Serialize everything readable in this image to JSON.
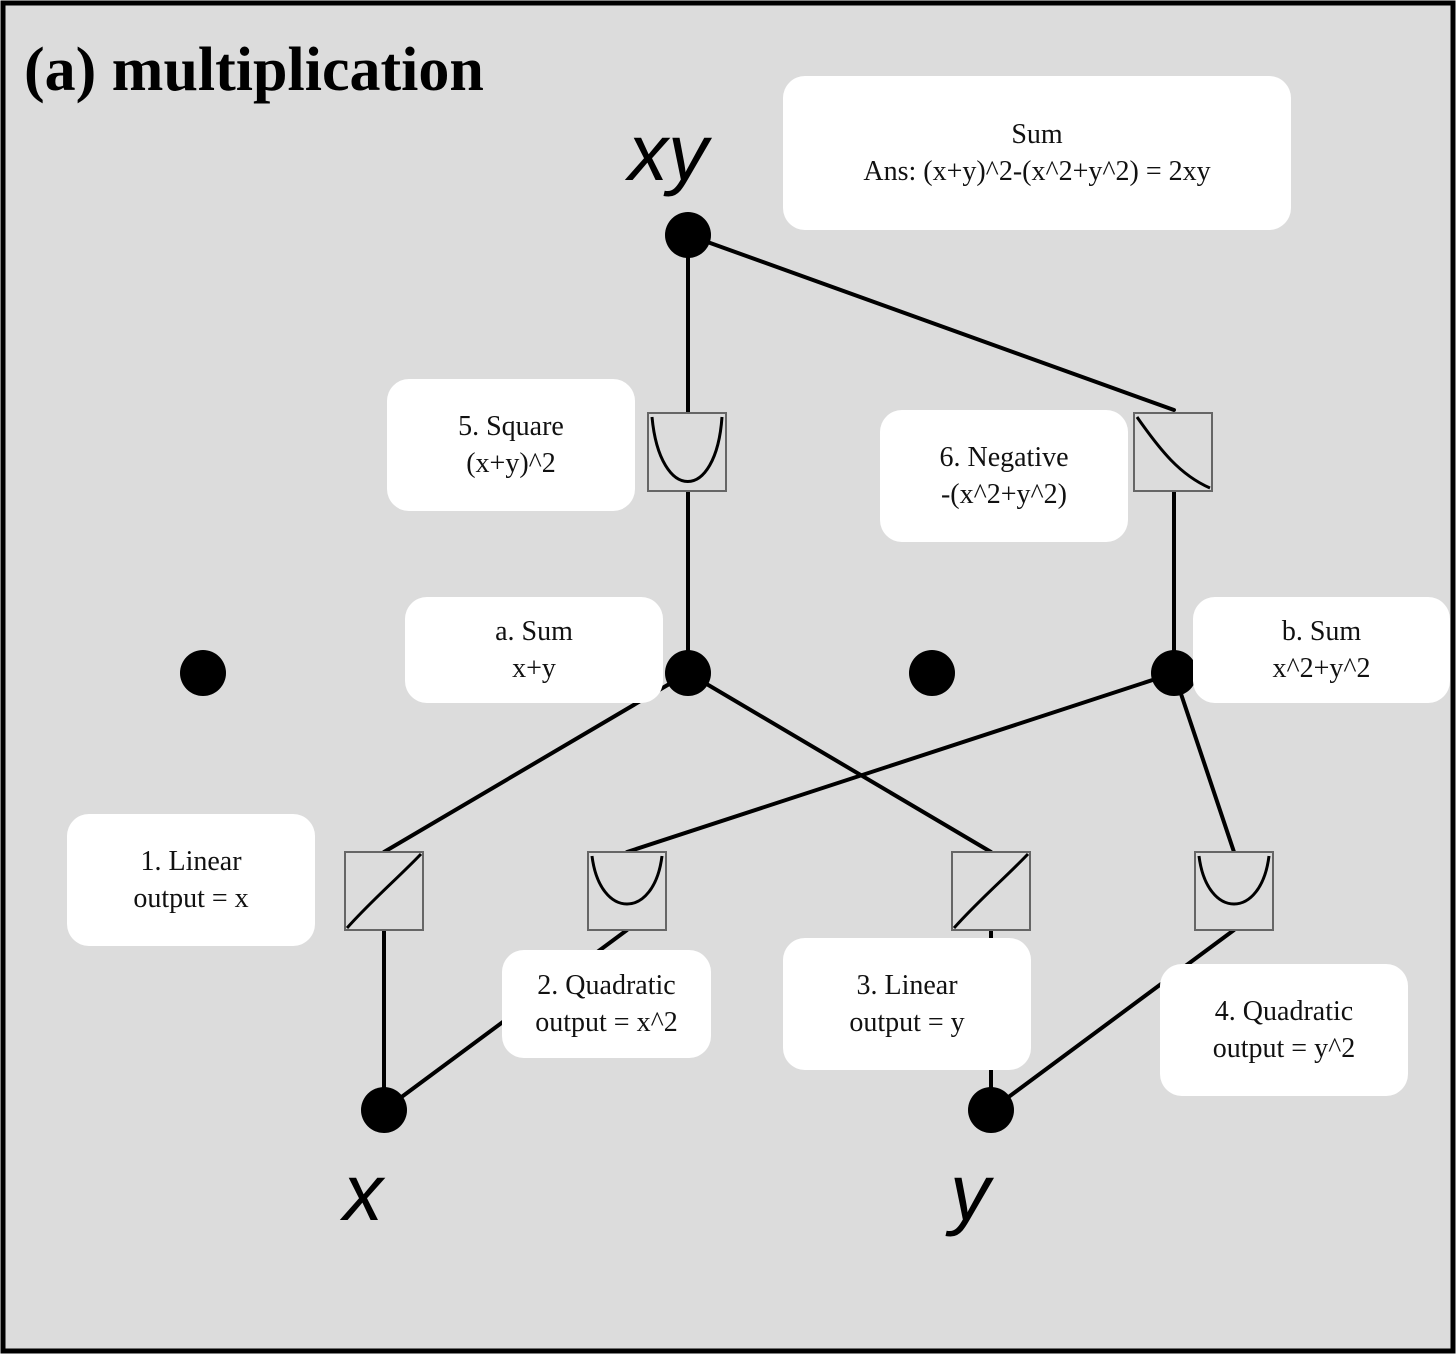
{
  "diagram": {
    "title": "(a) multiplication",
    "colors": {
      "background": "#dcdcdc",
      "frame": "#000000",
      "edge": "#000000",
      "node": "#000000",
      "note_background": "#ffffff",
      "activation_box_border": "#666666"
    },
    "variables": {
      "output": "xy",
      "input_x": "x",
      "input_y": "y"
    },
    "nodes": [
      {
        "id": "output-xy",
        "role": "output"
      },
      {
        "id": "hidden-1",
        "role": "hidden"
      },
      {
        "id": "hidden-a",
        "role": "hidden"
      },
      {
        "id": "hidden-3",
        "role": "hidden"
      },
      {
        "id": "hidden-b",
        "role": "hidden"
      },
      {
        "id": "input-x",
        "role": "input"
      },
      {
        "id": "input-y",
        "role": "input"
      }
    ],
    "activations": [
      {
        "id": "act-1",
        "shape": "linear"
      },
      {
        "id": "act-2",
        "shape": "quadratic"
      },
      {
        "id": "act-3",
        "shape": "linear"
      },
      {
        "id": "act-4",
        "shape": "quadratic"
      },
      {
        "id": "act-5",
        "shape": "quadratic"
      },
      {
        "id": "act-6",
        "shape": "decreasing"
      }
    ],
    "edges": [
      [
        "input-x",
        "act-1"
      ],
      [
        "act-1",
        "hidden-a"
      ],
      [
        "input-x",
        "act-2"
      ],
      [
        "act-2",
        "hidden-b"
      ],
      [
        "input-y",
        "act-3"
      ],
      [
        "act-3",
        "hidden-a"
      ],
      [
        "input-y",
        "act-4"
      ],
      [
        "act-4",
        "hidden-b"
      ],
      [
        "hidden-a",
        "act-5"
      ],
      [
        "act-5",
        "output-xy"
      ],
      [
        "hidden-b",
        "act-6"
      ],
      [
        "act-6",
        "output-xy"
      ]
    ],
    "notes": {
      "sum": {
        "line1": "Sum",
        "line2": "Ans: (x+y)^2-(x^2+y^2) = 2xy"
      },
      "square": {
        "line1": "5. Square",
        "line2": "(x+y)^2"
      },
      "negative": {
        "line1": "6. Negative",
        "line2": "-(x^2+y^2)"
      },
      "sum_a": {
        "line1": "a. Sum",
        "line2": "x+y"
      },
      "sum_b": {
        "line1": "b. Sum",
        "line2": "x^2+y^2"
      },
      "linear_x": {
        "line1": "1. Linear",
        "line2": "output = x"
      },
      "quadratic_x": {
        "line1": "2. Quadratic",
        "line2": "output = x^2"
      },
      "linear_y": {
        "line1": "3. Linear",
        "line2": "output = y"
      },
      "quadratic_y": {
        "line1": "4. Quadratic",
        "line2": "output = y^2"
      }
    }
  }
}
